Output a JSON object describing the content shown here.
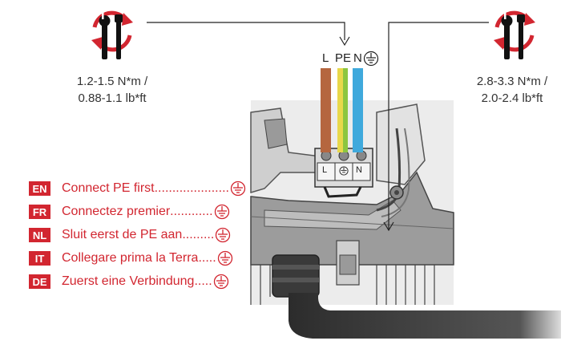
{
  "torque_left": {
    "line1": "1.2-1.5 N*m /",
    "line2": "0.88-1.1 lb*ft"
  },
  "torque_right": {
    "line1": "2.8-3.3 N*m /",
    "line2": "2.0-2.4 lb*ft"
  },
  "wire_labels": {
    "l": "L",
    "pe": "PE",
    "n": "N"
  },
  "terminal_labels": {
    "l": "L",
    "n": "N"
  },
  "instructions": [
    {
      "code": "EN",
      "text": "Connect PE first",
      "dots": "....................."
    },
    {
      "code": "FR",
      "text": "Connectez premier",
      "dots": "............"
    },
    {
      "code": "NL",
      "text": "Sluit eerst de PE aan",
      "dots": "........."
    },
    {
      "code": "IT",
      "text": "Collegare prima la Terra",
      "dots": "....."
    },
    {
      "code": "DE",
      "text": "Zuerst eine Verbindung",
      "dots": "....."
    }
  ],
  "colors": {
    "accent_red": "#d22630",
    "wire_brown": "#b5663f",
    "wire_yellow": "#e8d84a",
    "wire_green": "#8cc63f",
    "wire_blue": "#3fa9dc",
    "housing": "#7a7a7a",
    "housing_light": "#d8d8d8",
    "cable": "#3a3a3a"
  },
  "icons": [
    "tool-rotation-icon",
    "ground-symbol-icon",
    "arrow-down-icon"
  ]
}
